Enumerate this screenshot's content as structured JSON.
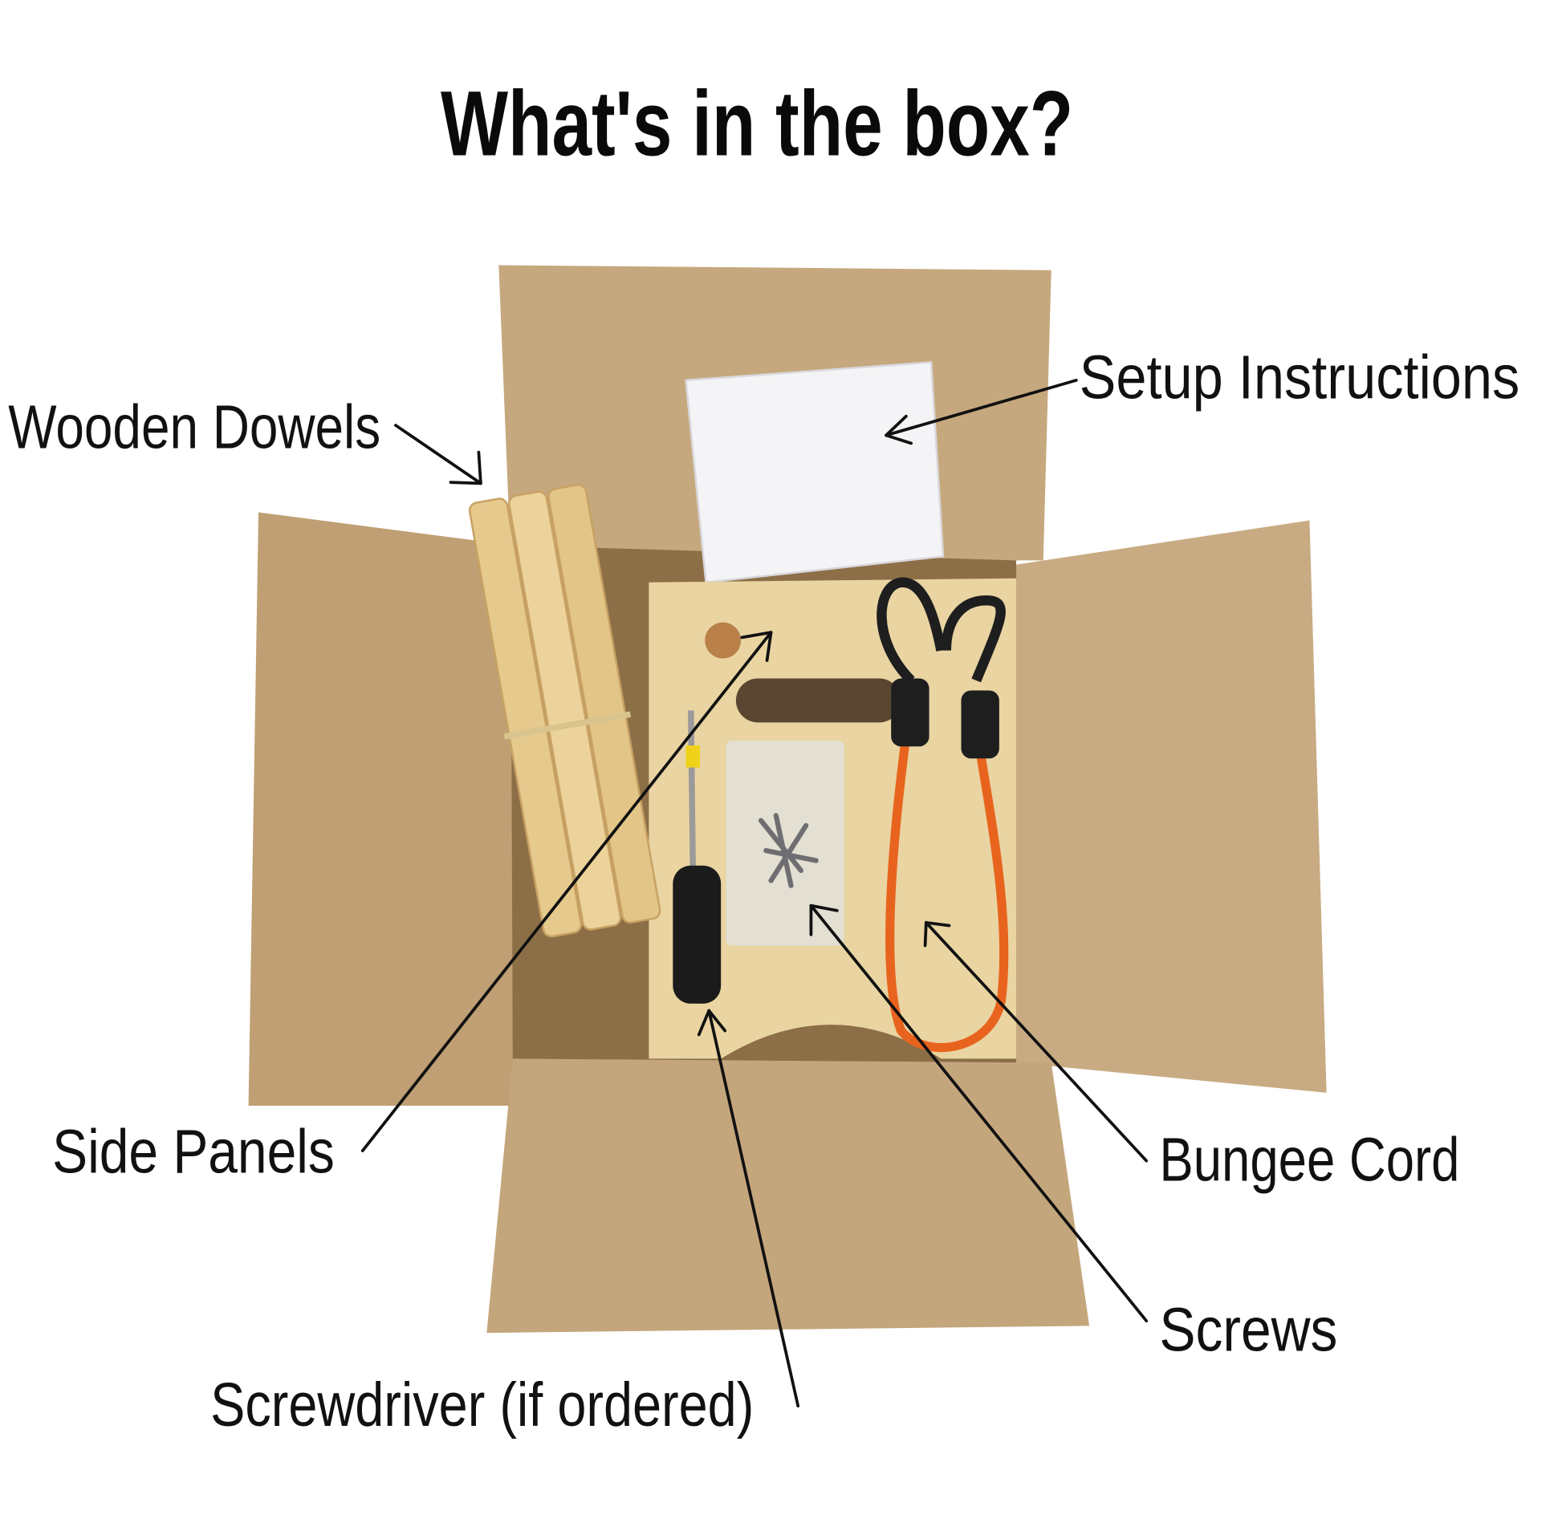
{
  "title": "What's in the box?",
  "labels": {
    "wooden_dowels": "Wooden Dowels",
    "setup_instructions": "Setup Instructions",
    "side_panels": "Side Panels",
    "bungee_cord": "Bungee Cord",
    "screws": "Screws",
    "screwdriver": "Screwdriver (if ordered)"
  },
  "colors": {
    "cardboard": "#c3a57b",
    "wood": "#e9d4a2",
    "bungee": "#e8641e"
  }
}
